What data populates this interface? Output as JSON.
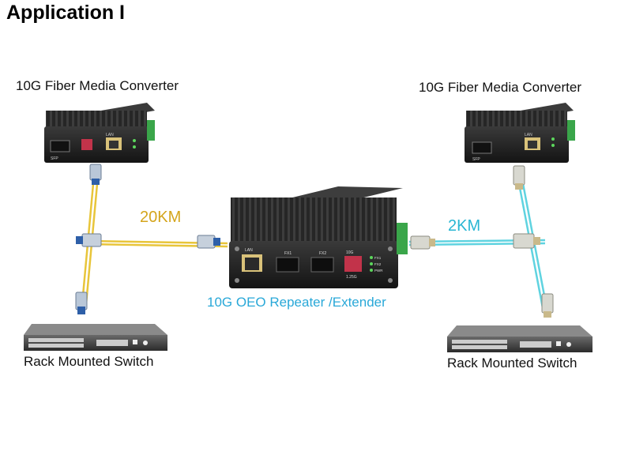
{
  "title": "Application I",
  "labels": {
    "left_converter": "10G Fiber Media Converter",
    "right_converter": "10G Fiber Media Converter",
    "repeater": "10G OEO Repeater /Extender",
    "left_switch": "Rack Mounted Switch",
    "right_switch": "Rack Mounted Switch",
    "left_distance": "20KM",
    "right_distance": "2KM"
  },
  "device_text": {
    "converter_port_1": "SFP",
    "converter_port_2": "LAN",
    "repeater_lan": "LAN",
    "repeater_fx1": "FX1",
    "repeater_fx2": "FX2",
    "repeater_10g": "10G",
    "repeater_speed": "1.25G",
    "repeater_fx1_led": "FX1",
    "repeater_fx2_led": "FX2",
    "repeater_pwr_led": "PWR"
  },
  "colors": {
    "singlemode_fiber": "#e8c53a",
    "multimode_fiber": "#5fd3e0",
    "left_distance_text": "#d4a51c",
    "right_distance_text": "#29b6d3",
    "repeater_label_text": "#29a8d8",
    "device_body": "#1e1e1e",
    "terminal_green": "#3aa64a"
  },
  "icons": [
    "media-converter-icon",
    "repeater-icon",
    "rack-switch-icon",
    "lc-connector-icon"
  ]
}
